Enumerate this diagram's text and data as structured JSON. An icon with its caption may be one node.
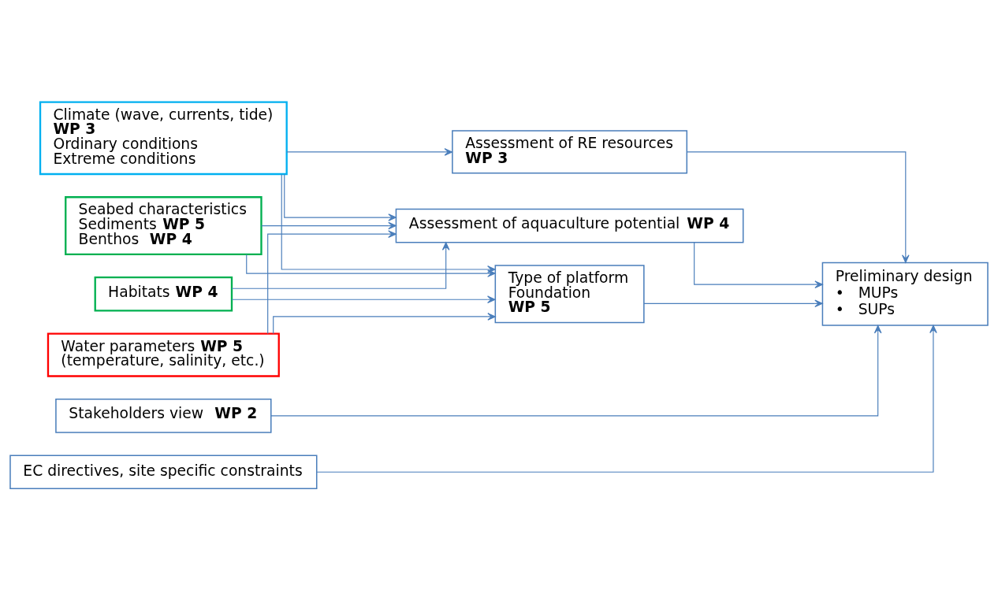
{
  "diagram": {
    "nodes": [
      {
        "text": [
          "Climate (wave, currents, tide)",
          "**WP 3**",
          "Ordinary conditions",
          "Extreme conditions"
        ]
      },
      {
        "text": [
          "Assessment of RE resources",
          "**WP 3**"
        ]
      },
      {
        "text": [
          "Type of platform",
          "Foundation",
          "**WP 5**"
        ]
      },
      {
        "text": [
          "Seabed characteristics",
          "Sediments **WP 5**",
          "Benthos  **WP 4**"
        ]
      },
      {
        "text": [
          "Habitats **WP 4**"
        ]
      },
      {
        "text": [
          "Water parameters **WP 5**",
          "(temperature, salinity, etc.)"
        ]
      },
      {
        "text": [
          "Assessment of aquaculture potential **WP 4**"
        ]
      },
      {
        "text": [
          "Stakeholders view  **WP 2**"
        ]
      },
      {
        "text": [
          "EC directives, site specific constraints"
        ]
      },
      {
        "text": [
          "Preliminary design",
          "•   MUPs",
          "•   SUPs"
        ]
      }
    ],
    "edges": [
      {
        "from": 0,
        "to": 1,
        "arrow": "to"
      },
      {
        "from": 0,
        "to": 2,
        "arrow": "to"
      },
      {
        "from": 0,
        "to": 6,
        "arrow": "to"
      },
      {
        "from": 3,
        "to": 2,
        "arrow": "to"
      },
      {
        "from": 3,
        "to": 6,
        "arrow": "to"
      },
      {
        "from": 4,
        "to": 2,
        "arrow": "to"
      },
      {
        "from": 4,
        "to": 6,
        "arrow": "to"
      },
      {
        "from": 5,
        "to": 2,
        "arrow": "to"
      },
      {
        "from": 5,
        "to": 6,
        "arrow": "to"
      },
      {
        "from": 1,
        "to": 9,
        "arrow": "to"
      },
      {
        "from": 2,
        "to": 9,
        "arrow": "to"
      },
      {
        "from": 6,
        "to": 9,
        "arrow": "to"
      },
      {
        "from": 7,
        "to": 9,
        "arrow": "to"
      },
      {
        "from": 8,
        "to": 9,
        "arrow": "to"
      }
    ]
  }
}
